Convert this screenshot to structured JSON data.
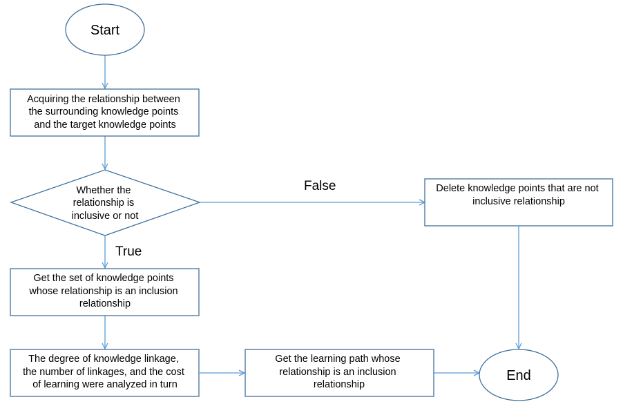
{
  "nodes": {
    "start": {
      "label": "Start"
    },
    "acquire": {
      "lines": [
        "Acquiring the relationship between",
        "the surrounding knowledge points",
        "and the target knowledge points"
      ]
    },
    "decision": {
      "lines": [
        "Whether the",
        "relationship is",
        "inclusive or not"
      ]
    },
    "delete": {
      "lines": [
        "Delete knowledge points that are not",
        "inclusive relationship"
      ]
    },
    "get_set": {
      "lines": [
        "Get the set of knowledge points",
        "whose relationship is an inclusion",
        "relationship"
      ]
    },
    "analyze": {
      "lines": [
        "The degree of knowledge linkage,",
        "the number of linkages, and the cost",
        "of learning were analyzed in turn"
      ]
    },
    "get_path": {
      "lines": [
        "Get the learning path whose",
        "relationship is an inclusion",
        "relationship"
      ]
    },
    "end": {
      "label": "End"
    }
  },
  "edges": {
    "false_label": "False",
    "true_label": "True"
  },
  "colors": {
    "shape_stroke": "#41719c",
    "arrow": "#5b9bd5",
    "text": "#000000",
    "background": "#ffffff"
  }
}
